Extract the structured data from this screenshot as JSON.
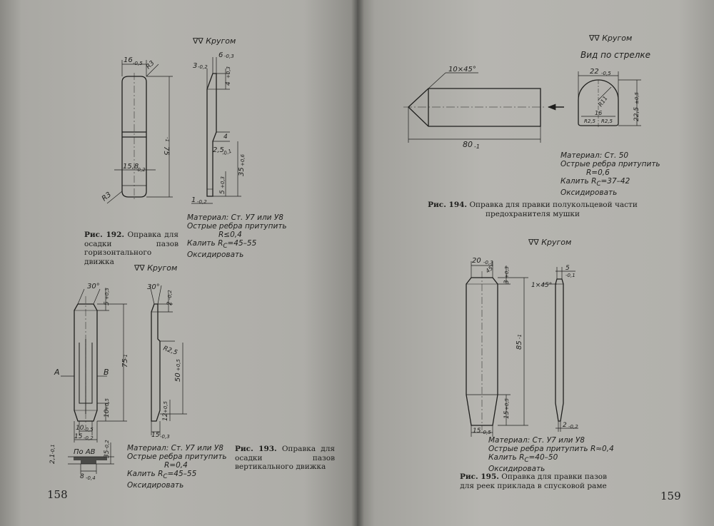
{
  "page_numbers": {
    "left": "158",
    "right": "159"
  },
  "finish_mark": "∇∇ Кругом",
  "view_label": "Вид по стрелке",
  "figures": {
    "fig192": {
      "caption_label": "Рис. 192.",
      "caption_text": "Оправка для осадки пазов горизонтального движка",
      "material_lines": [
        "Материал: Ст. У7 или У8",
        "Острые ребра притупить",
        "R≤0,4",
        "Калить R<sub>C</sub>=45–55",
        "Оксидировать"
      ],
      "dims": [
        "16",
        "-0,5",
        "R3",
        "75",
        "-1",
        "15,8",
        "-0,2",
        "R3",
        "6",
        "-0,3",
        "3",
        "-0,2",
        "4",
        "+0,3",
        "4",
        "2,5",
        "-0,1",
        "35",
        "+0,6",
        "5",
        "+0,3",
        "1",
        "-0,2"
      ]
    },
    "fig193": {
      "caption_label": "Рис. 193.",
      "caption_text": "Оправка для осадки пазов вертикального движка",
      "material_lines": [
        "Материал: Ст. У7 или У8",
        "Острые ребра притупить",
        "R=0,4",
        "Калить R<sub>C</sub>=45–55",
        "Оксидировать"
      ],
      "dims": [
        "30°",
        "5",
        "+0,3",
        "75",
        "-1",
        "A",
        "B",
        "10",
        "+0,5",
        "10",
        "-0,5",
        "15",
        "-0,2",
        "30°",
        "2",
        "-0,2",
        "R2,5",
        "50",
        "+0,5",
        "12",
        "+0,5",
        "15",
        "-0,3",
        "По АВ",
        "2,1",
        "-0,1",
        "35",
        "-0,2",
        "8",
        "-0,4"
      ]
    },
    "fig194": {
      "caption_label": "Рис. 194.",
      "caption_text": "Оправка для правки полукольцевой части предохранителя мушки",
      "material_lines": [
        "Материал: Ст. 50",
        "Острые ребра притупить",
        "R=0,6",
        "Калить R<sub>C</sub>=37–42",
        "Оксидировать"
      ],
      "dims": [
        "10×45°",
        "80",
        "-1",
        "22",
        "-0,5",
        "R11",
        "16",
        "R2,5",
        "R2,5",
        "22,5",
        "±0,5"
      ]
    },
    "fig195": {
      "caption_label": "Рис. 195.",
      "caption_text": "Оправка для правки пазов для реек приклада в спусковой раме",
      "material_lines": [
        "Материал: Ст. У7 или У8",
        "Острые ребра притупить R≈0,4",
        "Калить R<sub>C</sub>=40–50",
        "Оксидировать"
      ],
      "dims": [
        "20",
        "-0,3",
        "45°",
        "3",
        "+0,3",
        "85",
        "-1",
        "15",
        "+0,5",
        "15",
        "-0,5",
        "5",
        "-0,1",
        "1×45°",
        "2",
        "-0,2"
      ]
    }
  }
}
